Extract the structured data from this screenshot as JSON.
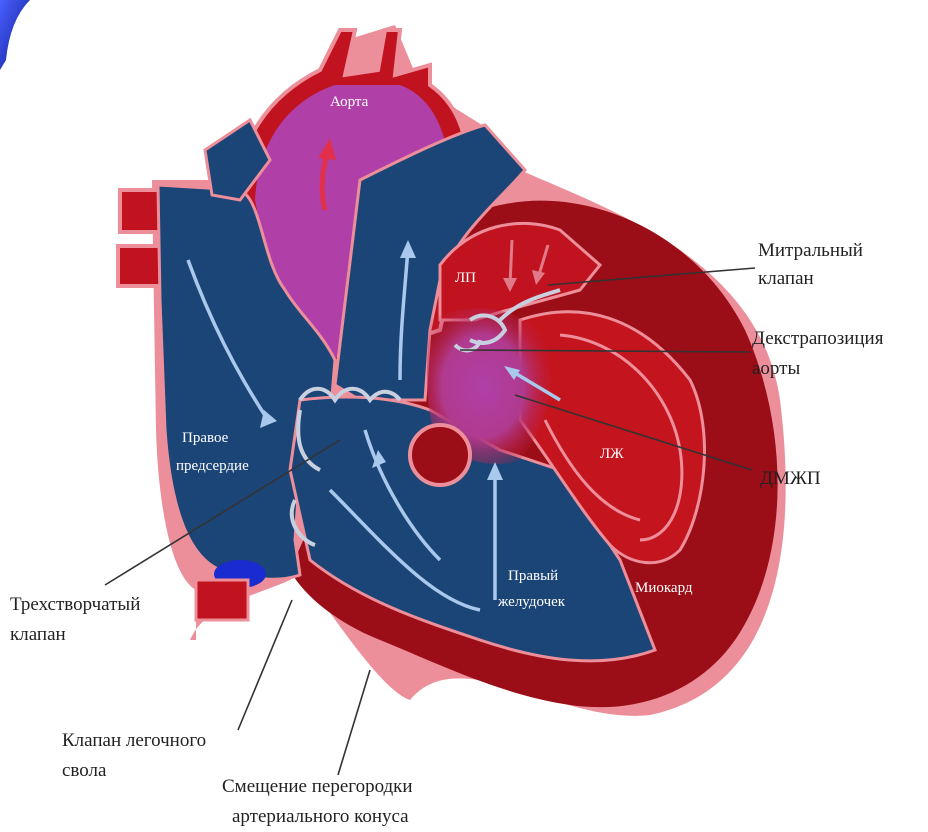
{
  "labels": {
    "aorta": "Аорта",
    "left_atrium": "ЛП",
    "left_ventricle": "ЛЖ",
    "right_atrium_1": "Правое",
    "right_atrium_2": "предсердие",
    "right_ventricle_1": "Правый",
    "right_ventricle_2": "желудочек",
    "myocardium": "Миокард",
    "mitral_1": "Митральный",
    "mitral_2": "клапан",
    "dextro_1": "Декстрапозиция",
    "dextro_2": "аорты",
    "vsd": "ДМЖП",
    "tricuspid_1": "Трехстворчатый",
    "tricuspid_2": "клапан",
    "pulmonary_valve_1": "Клапан легочного",
    "pulmonary_valve_2": "свола",
    "septum_shift_1": "Смещение перегородки",
    "septum_shift_2": "артериального конуса"
  },
  "colors": {
    "deoxygenated": "#1c4577",
    "oxygenated": "#b0101e",
    "myocardium": "#9b0d17",
    "mixed": "#b040a8",
    "outline": "#f0a0a8",
    "corner_accent": "#1a2bd0"
  }
}
